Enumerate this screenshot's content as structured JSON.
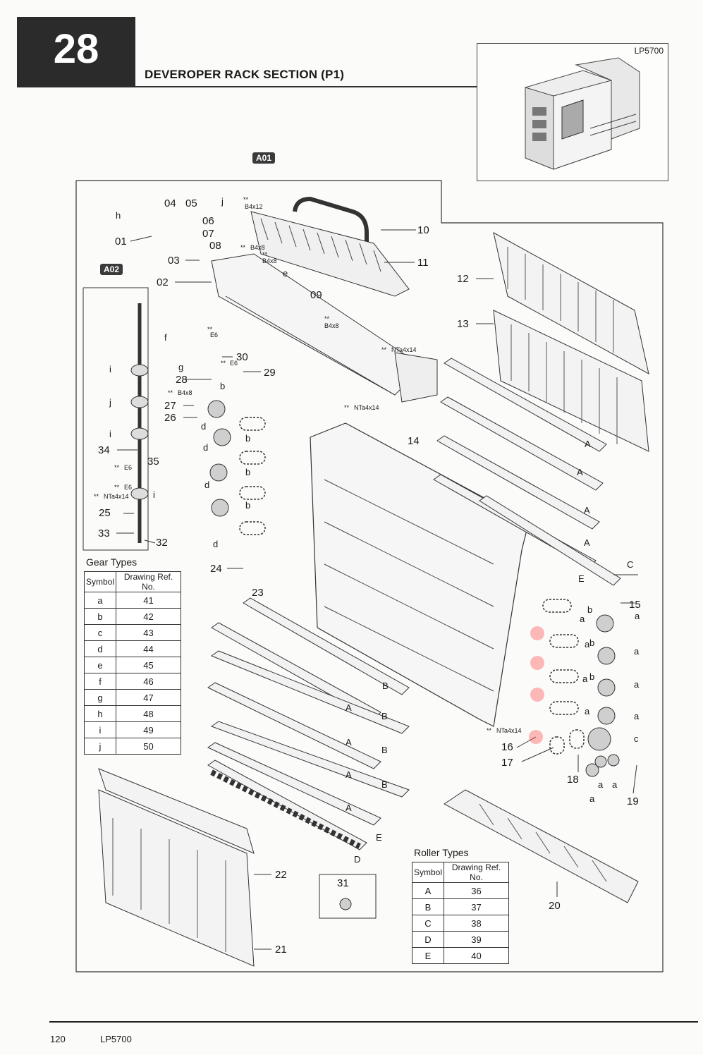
{
  "header": {
    "section_number": "28",
    "title": "DEVEROPER RACK SECTION (P1)",
    "model": "LP5700"
  },
  "assembly_tags": [
    "A01",
    "A02"
  ],
  "callouts": {
    "c01": "01",
    "c02": "02",
    "c03": "03",
    "c04": "04",
    "c05": "05",
    "c06": "06",
    "c07": "07",
    "c08": "08",
    "c09": "09",
    "c10": "10",
    "c11": "11",
    "c12": "12",
    "c13": "13",
    "c14": "14",
    "c15": "15",
    "c16": "16",
    "c17": "17",
    "c18": "18",
    "c19": "19",
    "c20": "20",
    "c21": "21",
    "c22": "22",
    "c23": "23",
    "c24": "24",
    "c25": "25",
    "c26": "26",
    "c27": "27",
    "c28": "28",
    "c29": "29",
    "c30": "30",
    "c31": "31",
    "c32": "32",
    "c33": "33",
    "c34": "34",
    "c35": "35"
  },
  "screw_labels": {
    "b4x12": "B4x12",
    "b4x8": "B4x8",
    "e6": "E6",
    "nta4x14": "NTa4x14",
    "stars": "**"
  },
  "letters": {
    "a": "a",
    "b": "b",
    "c": "c",
    "d": "d",
    "e": "e",
    "f": "f",
    "g": "g",
    "h": "h",
    "i": "i",
    "j": "j",
    "A": "A",
    "B": "B",
    "C": "C",
    "D": "D",
    "E": "E"
  },
  "gear_types": {
    "title": "Gear Types",
    "col_symbol": "Symbol",
    "col_ref": "Drawing Ref. No.",
    "rows": [
      {
        "symbol": "a",
        "ref": "41"
      },
      {
        "symbol": "b",
        "ref": "42"
      },
      {
        "symbol": "c",
        "ref": "43"
      },
      {
        "symbol": "d",
        "ref": "44"
      },
      {
        "symbol": "e",
        "ref": "45"
      },
      {
        "symbol": "f",
        "ref": "46"
      },
      {
        "symbol": "g",
        "ref": "47"
      },
      {
        "symbol": "h",
        "ref": "48"
      },
      {
        "symbol": "i",
        "ref": "49"
      },
      {
        "symbol": "j",
        "ref": "50"
      }
    ]
  },
  "roller_types": {
    "title": "Roller Types",
    "col_symbol": "Symbol",
    "col_ref": "Drawing Ref. No.",
    "rows": [
      {
        "symbol": "A",
        "ref": "36"
      },
      {
        "symbol": "B",
        "ref": "37"
      },
      {
        "symbol": "C",
        "ref": "38"
      },
      {
        "symbol": "D",
        "ref": "39"
      },
      {
        "symbol": "E",
        "ref": "40"
      }
    ]
  },
  "footer": {
    "page_number": "120",
    "model": "LP5700"
  }
}
